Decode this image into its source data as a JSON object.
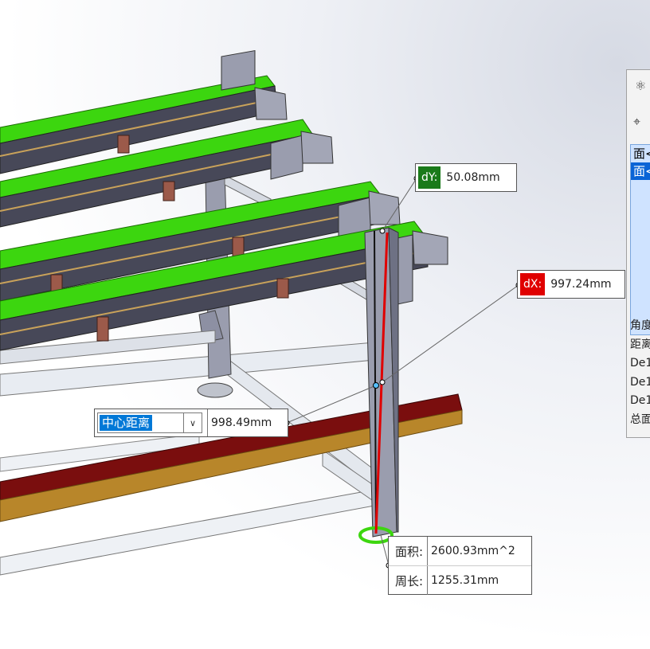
{
  "measurements": {
    "dy": {
      "label": "dY:",
      "value": "50.08mm"
    },
    "dx": {
      "label": "dX:",
      "value": "997.24mm"
    },
    "center_distance": {
      "mode": "中心距离",
      "value": "998.49mm"
    },
    "area": {
      "label": "面积:",
      "value": "2600.93mm^2"
    },
    "perimeter": {
      "label": "周长:",
      "value": "1255.31mm"
    }
  },
  "panel": {
    "list_items": [
      "面<",
      "面<"
    ],
    "info_lines": [
      "角度",
      "距离",
      "De1",
      "De1",
      "De1",
      "总面"
    ]
  },
  "colors": {
    "dy_tag": "#1a7a1a",
    "dx_tag": "#e00000",
    "belt": "#3cd60f",
    "measure_line": "#e00000",
    "highlight": "#0a64d6"
  },
  "icons": [
    "measure-tool-icon",
    "dimension-icon",
    "chevron-down-icon"
  ]
}
